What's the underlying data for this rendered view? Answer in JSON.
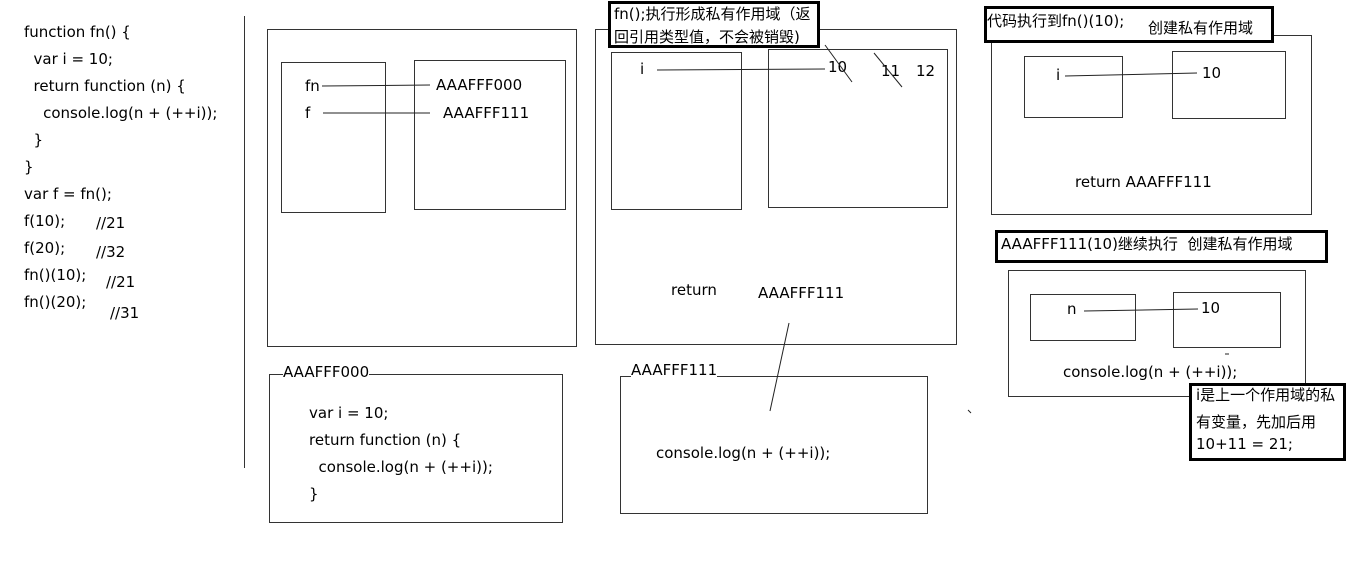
{
  "code": {
    "lines": [
      "function fn() {",
      "  var i = 10;",
      "  return function (n) {",
      "    console.log(n + (++i));",
      "  }",
      "}",
      "var f = fn();",
      "f(10);",
      "f(20);",
      "fn()(10);",
      "fn()(20);"
    ],
    "comments": [
      "//21",
      "//32",
      "//21",
      "//31"
    ]
  },
  "global_scope": {
    "vars": [
      "fn",
      "f"
    ],
    "values": [
      "AAAFFF000",
      "AAAFFF111"
    ]
  },
  "heap_000": {
    "label": "AAAFFF000",
    "lines": [
      "var i = 10;",
      "return function (n) {",
      "  console.log(n + (++i));",
      "}"
    ]
  },
  "private_scope_1": {
    "title_line1": "fn();执行形成私有作用域（返",
    "title_line2": "回引用类型值，不会被销毁)",
    "var": "i",
    "value_10": "10",
    "value_11": "11",
    "value_12": "12",
    "return_kw": "return",
    "return_val": "AAAFFF111"
  },
  "heap_111": {
    "label": "AAAFFF111",
    "code": "console.log(n + (++i));"
  },
  "scope_fn10": {
    "title": "代码执行到fn()(10);",
    "subtitle": "创建私有作用域",
    "var": "i",
    "value": "10",
    "return_text": "return AAAFFF111"
  },
  "scope_exec": {
    "title": "AAAFFF111(10)继续执行  创建私有作用域",
    "var": "n",
    "value": "10",
    "code": "console.log(n + (++i));"
  },
  "note": {
    "line1": "i是上一个作用域的私",
    "line2": "有变量，先加后用",
    "line3": "10+11 = 21;"
  }
}
